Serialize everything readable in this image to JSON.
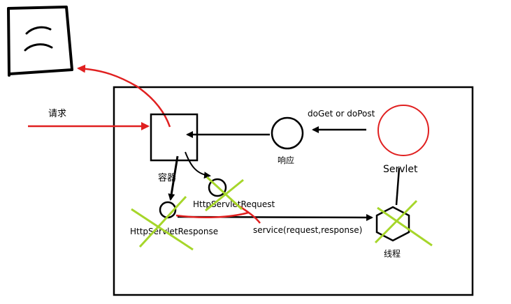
{
  "labels": {
    "request": "请求",
    "container": "容器",
    "response_node": "响应",
    "doget_dopost": "doGet or doPost",
    "servlet": "Servlet",
    "http_servlet_request": "HttpServletRequest",
    "http_servlet_response": "HttpServletResponse",
    "service_call": "service(request,response)",
    "thread": "线程"
  },
  "colors": {
    "ink": "#000000",
    "red": "#e02020",
    "green": "#a6d62a"
  },
  "icons": {
    "browser": "hand-drawn-browser-window"
  }
}
